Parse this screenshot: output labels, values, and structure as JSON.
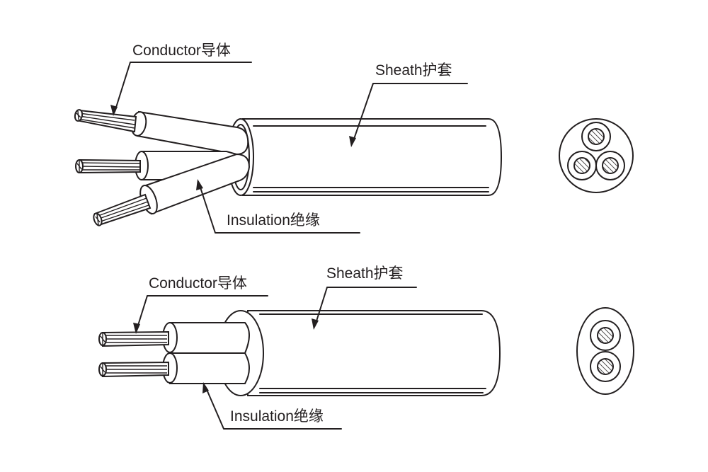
{
  "diagrams": [
    {
      "id": "three-core-cable",
      "cores": 3,
      "labels": {
        "conductor": "Conductor导体",
        "sheath": "Sheath护套",
        "insulation": "Insulation绝缘"
      },
      "cross_section": "round, three insulated conductors in triangular arrangement"
    },
    {
      "id": "two-core-cable",
      "cores": 2,
      "labels": {
        "conductor": "Conductor导体",
        "sheath": "Sheath护套",
        "insulation": "Insulation绝缘"
      },
      "cross_section": "oval, two insulated conductors stacked vertically"
    }
  ],
  "colors": {
    "line": "#231f20",
    "background": "#ffffff"
  }
}
